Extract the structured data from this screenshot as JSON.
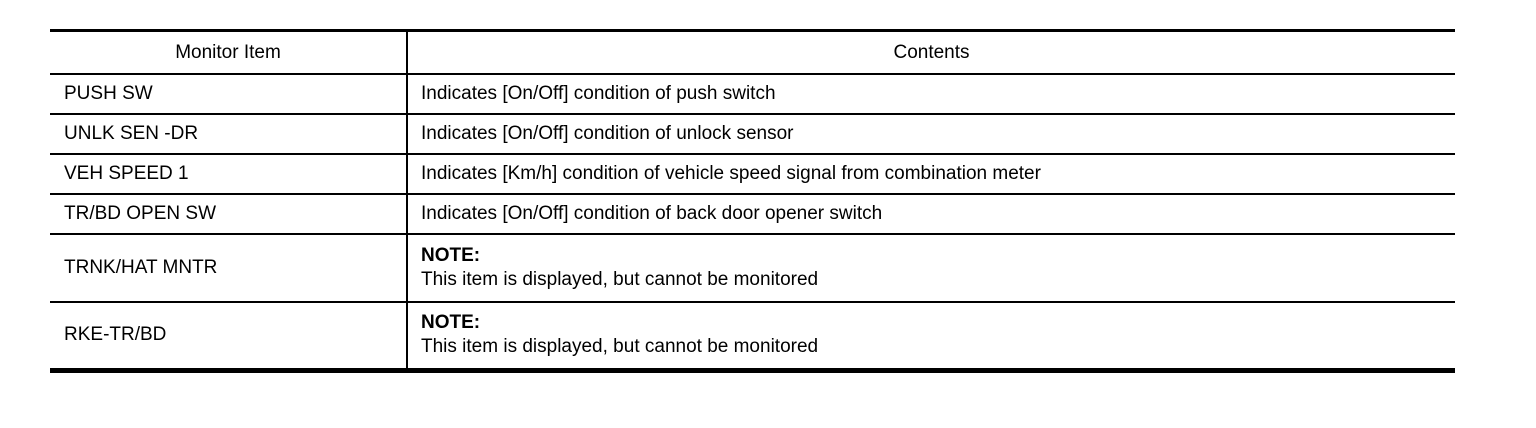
{
  "table": {
    "headers": {
      "monitor_item": "Monitor Item",
      "contents": "Contents"
    },
    "rows": [
      {
        "item": "PUSH SW",
        "content": "Indicates [On/Off] condition of push switch"
      },
      {
        "item": "UNLK SEN -DR",
        "content": "Indicates [On/Off] condition of unlock sensor"
      },
      {
        "item": "VEH SPEED 1",
        "content": "Indicates [Km/h] condition of vehicle speed signal from combination meter"
      },
      {
        "item": "TR/BD OPEN SW",
        "content": "Indicates [On/Off] condition of back door opener switch"
      },
      {
        "item": "TRNK/HAT MNTR",
        "note_label": "NOTE:",
        "note_text": "This item is displayed, but cannot be monitored"
      },
      {
        "item": "RKE-TR/BD",
        "note_label": "NOTE:",
        "note_text": "This item is displayed, but cannot be monitored"
      }
    ],
    "colors": {
      "border": "#000000",
      "text": "#000000",
      "background": "#ffffff"
    }
  }
}
